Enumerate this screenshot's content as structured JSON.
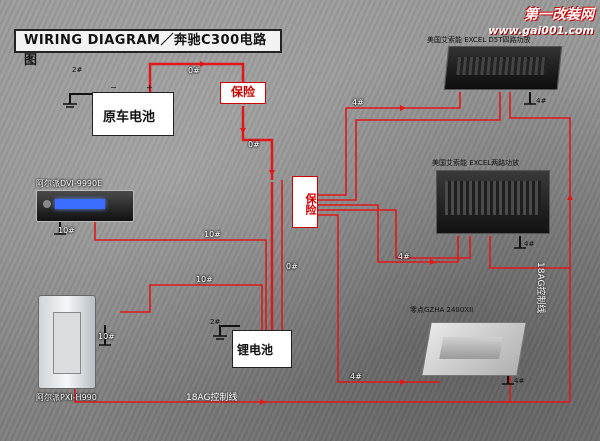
{
  "title": "WIRING DIAGRAM／奔驰C300电路图",
  "logo": {
    "line1": "第一改装网",
    "line2": "www.gai001.com"
  },
  "components": {
    "battery": {
      "label": "原车电池",
      "ground_mark": "2#"
    },
    "fuse1": {
      "label": "保险"
    },
    "fuse2": {
      "label": "保险"
    },
    "lithium": {
      "label": "锂电池",
      "ground_mark": "2#"
    },
    "head_unit": {
      "label": "阿尔派DVI-9990E",
      "ground_mark": "10#"
    },
    "processor": {
      "label": "阿尔派PXI-H990",
      "ground_mark": "10#"
    },
    "amp1": {
      "label": "美国艾索能 EXCEL D5T四路功放",
      "ground_mark": "4#"
    },
    "amp2": {
      "label": "美国艾索能 EXCEL两路功放",
      "ground_mark": "4#"
    },
    "amp3": {
      "label": "零点GZHA 2400XII",
      "ground_mark": "4#"
    }
  },
  "wires": {
    "w_batt_fuse": "0#",
    "w_fuse_down": "0#",
    "w_fuse2_amp1": "4#",
    "w_fuse2_amp2": "4#",
    "w_fuse2_amp3": "4#",
    "w_hu_power": "10#",
    "w_proc_power": "10#",
    "w_lith_vert": "0#",
    "rca_bottom": "18AG控制线",
    "rca_right": "18AG控制线"
  },
  "colors": {
    "wire": "#e01818",
    "fuse_border": "#c00000"
  }
}
